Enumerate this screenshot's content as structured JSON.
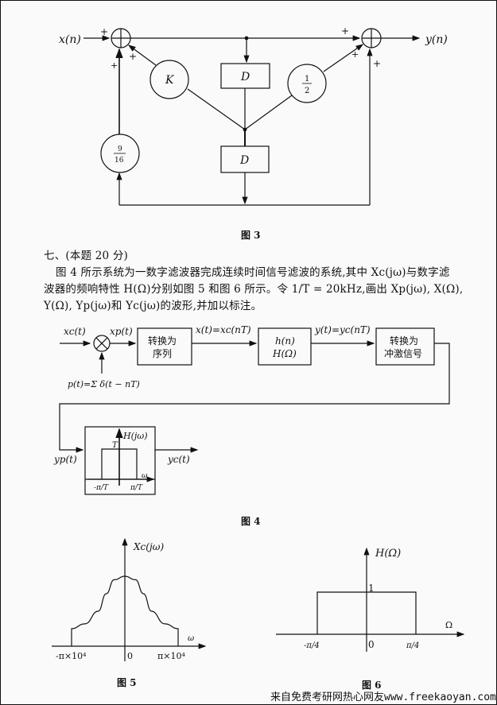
{
  "figure3": {
    "caption": "图 3",
    "input_label": "x(n)",
    "output_label": "y(n)",
    "delay_block_1": "D",
    "delay_block_2": "D",
    "gain_k": "K",
    "gain_half_num": "1",
    "gain_half_den": "2",
    "gain_916_num": "9",
    "gain_916_den": "16",
    "sign_plus": "+"
  },
  "problem": {
    "heading": "七、(本题 20 分)",
    "line1": "图 4 所示系统为一数字滤波器完成连续时间信号滤波的系统,其中 Xc(jω)与数字滤",
    "line2": "波器的频响特性 H(Ω)分别如图 5 和图 6 所示。令 1/T = 20kHz,画出 Xp(jω), X(Ω),",
    "line3": "Y(Ω), Yp(jω)和 Yc(jω)的波形,并加以标注。"
  },
  "figure4": {
    "caption": "图 4",
    "xc_label": "xc(t)",
    "xp_label": "xp(t)",
    "block_convert_seq_1": "转换为",
    "block_convert_seq_2": "序列",
    "x_n_label": "x(t)=xc(nT)",
    "block_filter_1": "h(n)",
    "block_filter_2": "H(Ω)",
    "y_n_label": "y(t)=yc(nT)",
    "block_convert_imp_1": "转换为",
    "block_convert_imp_2": "冲激信号",
    "p_label": "p(t)=Σ δ(t − nT)",
    "yp_label": "yp(t)",
    "yc_label": "yc(t)",
    "lpf_title": "H(jω)",
    "lpf_gain": "T",
    "lpf_axis": "ω",
    "lpf_neg": "-π/T",
    "lpf_pos": "π/T"
  },
  "chart_data": [
    {
      "type": "line",
      "title": "图 5",
      "ylabel": "Xc(jω)",
      "xlabel": "ω",
      "x_ticks": [
        "-π×10⁴",
        "0",
        "π×10⁴"
      ],
      "description": "bell-shaped spectrum, band-limited to |ω| ≤ π×10⁴, steps to zero at the band edges",
      "x": [
        -1,
        -0.75,
        -0.5,
        -0.35,
        -0.2,
        0,
        0.2,
        0.35,
        0.5,
        0.75,
        1
      ],
      "x_unit": "π×10⁴",
      "y": [
        0.25,
        0.32,
        0.5,
        0.75,
        0.95,
        1.0,
        0.95,
        0.75,
        0.5,
        0.32,
        0.25
      ],
      "y_relative": true
    },
    {
      "type": "line",
      "title": "图 6",
      "ylabel": "H(Ω)",
      "xlabel": "Ω",
      "x_ticks": [
        "-π/4",
        "0",
        "π/4"
      ],
      "y_ticks": [
        "1"
      ],
      "description": "ideal low-pass: H(Ω)=1 for |Ω| < π/4, 0 otherwise",
      "x": [
        -1,
        -0.25,
        -0.25,
        0.25,
        0.25,
        1
      ],
      "x_unit": "π",
      "y": [
        0,
        0,
        1,
        1,
        0,
        0
      ]
    }
  ],
  "footer": {
    "watermark": "来自免费考研网热心网友www.freekaoyan.com"
  }
}
